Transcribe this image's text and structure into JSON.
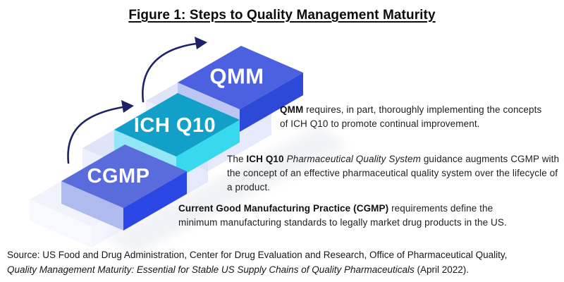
{
  "title": "Figure 1: Steps to Quality Management Maturity",
  "diagram": {
    "arrow_color": "#1d2366",
    "shadow_color": "#e9ecf3",
    "ghost_color": "#c3cdf4",
    "label_color": "#ffffff",
    "steps": [
      {
        "label": "CGMP",
        "colors": {
          "top": "#5a6bdb",
          "left": "#a9b5ee",
          "right": "#2a47e6"
        }
      },
      {
        "label": "ICH Q10",
        "colors": {
          "top": "#12a0c8",
          "left": "#8ce6f4",
          "right": "#38d9ee"
        }
      },
      {
        "label": "QMM",
        "colors": {
          "top": "#4b61e0",
          "left": "#b7c3f2",
          "right": "#2d49d8"
        }
      }
    ]
  },
  "paragraphs": {
    "qmm": {
      "l1_bold": "QMM",
      "l1_rest": " requires, in part, thoroughly implementing the concepts",
      "l2": "of ICH Q10 to promote continual improvement."
    },
    "ich": {
      "l1_lead": "The ",
      "l1_bold": "ICH Q10",
      "l1_italic": " Pharmaceutical Quality System",
      "l1_rest": " guidance augments CGMP with",
      "l2": "the concept of an effective pharmaceutical quality system over the lifecycle of",
      "l3": "a product."
    },
    "cgmp": {
      "l1_bold": "Current Good Manufacturing Practice (CGMP)",
      "l1_rest": " requirements define the",
      "l2": "minimum manufacturing standards to legally market drug products in the US."
    }
  },
  "source": {
    "line1": "Source: US Food and Drug Administration, Center for Drug Evaluation and Research, Office of Pharmaceutical Quality,",
    "line2_italic": "Quality Management Maturity: Essential for Stable US Supply Chains of Quality Pharmaceuticals",
    "line2_rest": " (April 2022)."
  }
}
